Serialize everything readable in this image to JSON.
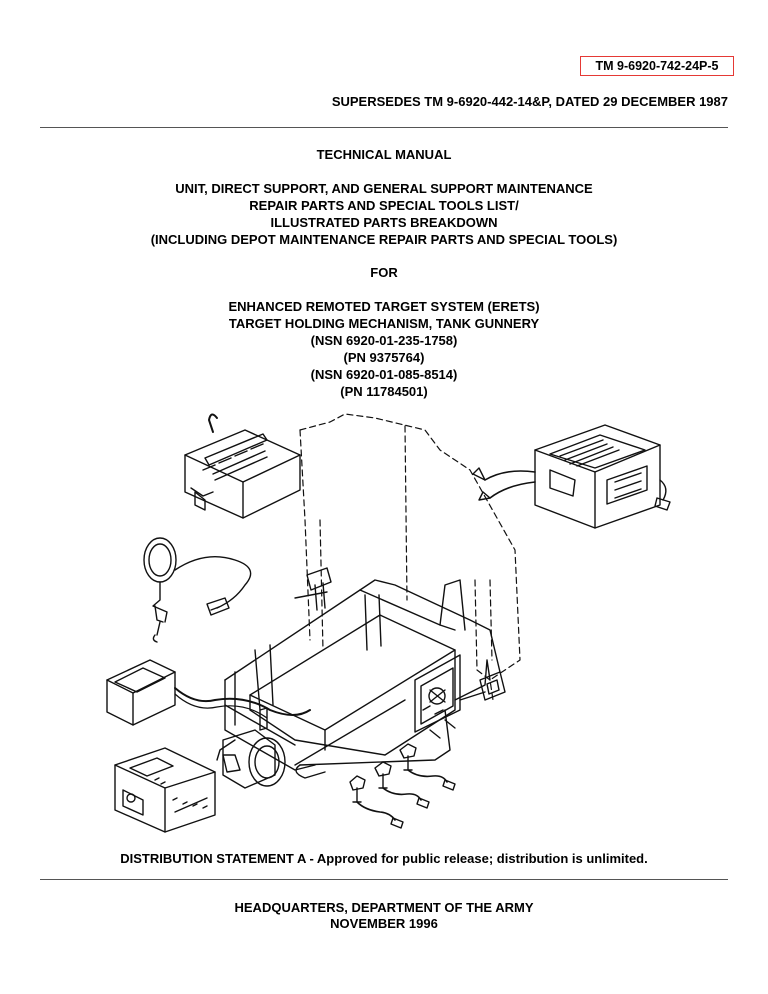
{
  "header": {
    "tm_number": "TM 9-6920-742-24P-5",
    "supersedes": "SUPERSEDES TM 9-6920-442-14&P, DATED 29 DECEMBER 1987"
  },
  "title_block": {
    "manual_type": "TECHNICAL MANUAL",
    "title_lines": [
      "UNIT, DIRECT SUPPORT, AND GENERAL SUPPORT MAINTENANCE",
      "REPAIR PARTS AND SPECIAL TOOLS LIST/",
      "ILLUSTRATED PARTS BREAKDOWN",
      "(INCLUDING DEPOT MAINTENANCE REPAIR PARTS AND SPECIAL TOOLS)"
    ],
    "for_label": "FOR",
    "system_lines": [
      "ENHANCED REMOTED TARGET SYSTEM (ERETS)",
      "TARGET HOLDING MECHANISM, TANK GUNNERY",
      "(NSN 6920-01-235-1758)",
      "(PN 9375764)",
      "(NSN 6920-01-085-8514)",
      "(PN 11784501)"
    ]
  },
  "distribution_statement": "DISTRIBUTION STATEMENT A - Approved for public release; distribution is unlimited.",
  "footer": {
    "line1": "HEADQUARTERS, DEPARTMENT OF THE ARMY",
    "line2": "NOVEMBER 1996"
  }
}
